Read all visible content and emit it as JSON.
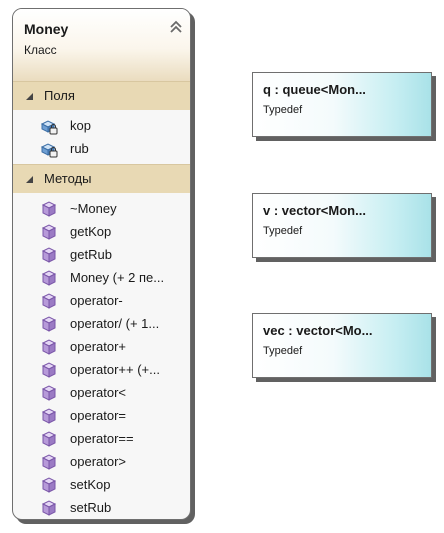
{
  "class": {
    "name": "Money",
    "stereotype": "Класс",
    "fields_section": "Поля",
    "methods_section": "Методы",
    "fields": [
      {
        "name": "kop"
      },
      {
        "name": "rub"
      }
    ],
    "methods": [
      {
        "name": "~Money"
      },
      {
        "name": "getKop"
      },
      {
        "name": "getRub"
      },
      {
        "name": "Money (+ 2 пе..."
      },
      {
        "name": "operator-"
      },
      {
        "name": "operator/ (+ 1..."
      },
      {
        "name": "operator+"
      },
      {
        "name": "operator++ (+..."
      },
      {
        "name": "operator<"
      },
      {
        "name": "operator="
      },
      {
        "name": "operator=="
      },
      {
        "name": "operator>"
      },
      {
        "name": "setKop"
      },
      {
        "name": "setRub"
      }
    ]
  },
  "typedefs": [
    {
      "title": "q : queue<Mon...",
      "kind": "Typedef"
    },
    {
      "title": "v : vector<Mon...",
      "kind": "Typedef"
    },
    {
      "title": "vec : vector<Mo...",
      "kind": "Typedef"
    }
  ],
  "icons": {
    "field": "field-lock-icon",
    "method": "method-cube-icon",
    "collapse": "double-chevron-up-icon",
    "section_toggle": "triangle-expanded-icon"
  },
  "colors": {
    "class_header_accent": "#eadcbf",
    "section_header": "#e8d9b4",
    "typedef_gradient_end": "#a9e2e8",
    "method_icon": "#9b7bc4"
  }
}
